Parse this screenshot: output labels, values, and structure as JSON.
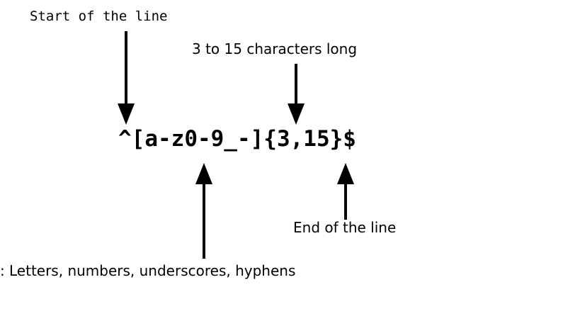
{
  "diagram": {
    "title_expression": "^[a-z0-9_-]{3,15}$",
    "annotations": {
      "start_of_line": "Start of the line",
      "length_range": "3 to 15 characters long",
      "end_of_line": "End of the line",
      "allowed_characters": "Letters, numbers, underscores, hyphens",
      "left_edge_mark": ":"
    },
    "colors": {
      "background": "#ffffff",
      "ink": "#000000"
    }
  }
}
